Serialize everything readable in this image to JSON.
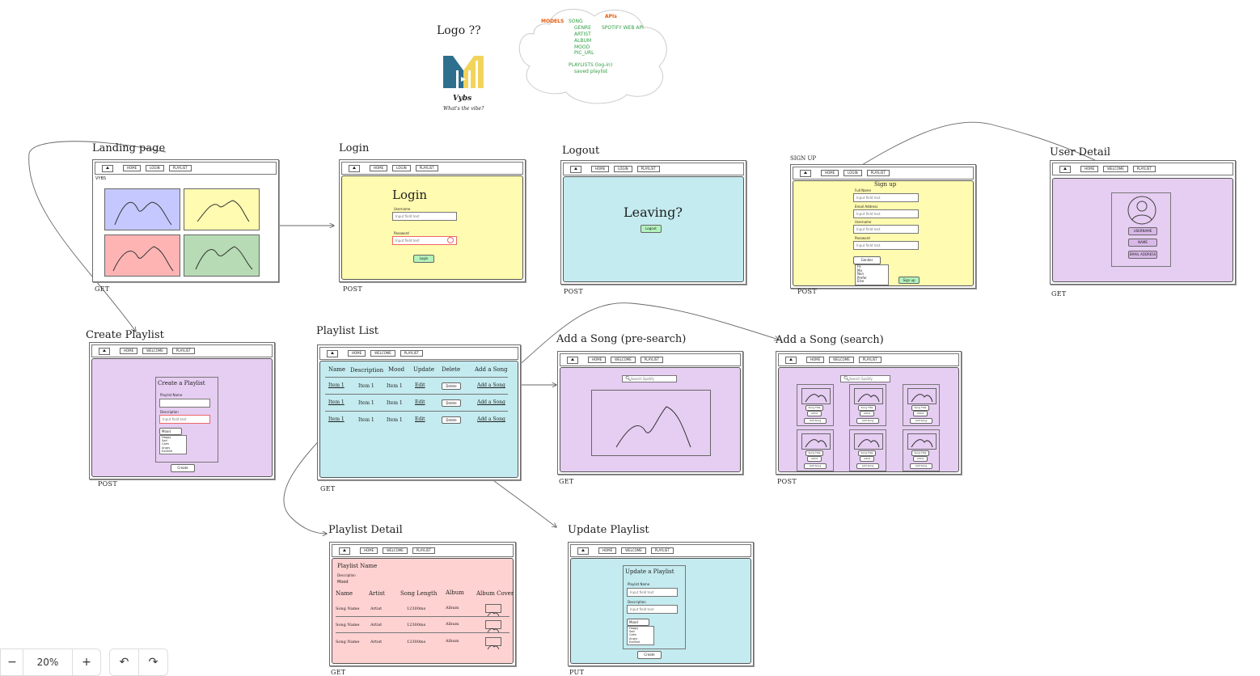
{
  "header": {
    "logo_label": "Logo ??",
    "brand_name": "Vybs",
    "brand_tagline": "What's the vibe?",
    "models": {
      "label": "MODELS",
      "song_fields": [
        "SONG",
        "GENRE",
        "ARTIST",
        "ALBUM",
        "MOOD",
        "PIC_URL"
      ],
      "playlist_label": "PLAYLISTS (log-in)",
      "playlist_sub": "saved playlist"
    },
    "apis": {
      "label": "APIs",
      "items": [
        "SPOTIFY WEB API"
      ]
    }
  },
  "nav": {
    "home": "HOME",
    "login": "LOGIN",
    "playlist": "PLAYLIST",
    "welcome": "WELCOME"
  },
  "screens": {
    "landing": {
      "title": "Landing page",
      "method": "GET",
      "brand": "VYBS"
    },
    "login": {
      "title": "Login",
      "method": "POST",
      "heading": "Login",
      "username_label": "Username",
      "password_label": "Password",
      "placeholder": "Input field text",
      "button": "Login"
    },
    "logout": {
      "title": "Logout",
      "method": "POST",
      "heading": "Leaving?",
      "button": "Logout"
    },
    "signup": {
      "title": "SIGN UP",
      "method": "POST",
      "heading": "Sign up",
      "fields": [
        "Full Name",
        "Email Address",
        "Username",
        "Password"
      ],
      "placeholder": "Input field text",
      "dropdown": "Gender",
      "options": [
        "Fe",
        "Ma",
        "Non",
        "Prefer",
        "Else"
      ],
      "button": "Sign up"
    },
    "user_detail": {
      "title": "User Detail",
      "method": "GET",
      "fields": [
        "USERNAME",
        "NAME",
        "EMAIL ADDRESS"
      ]
    },
    "create_playlist": {
      "title": "Create Playlist",
      "method": "POST",
      "heading": "Create a Playlist",
      "name_label": "Playlist Name",
      "desc_label": "Description",
      "placeholder": "Input field text",
      "mood_label": "Mood",
      "mood_options": [
        "Happy",
        "Sad",
        "Calm",
        "Angry",
        "Excited"
      ],
      "button": "Create"
    },
    "playlist_list": {
      "title": "Playlist List",
      "method": "GET",
      "columns": [
        "Name",
        "Description",
        "Mood",
        "Update",
        "Delete",
        "Add a Song"
      ],
      "rows": [
        [
          "Item 1",
          "Item 1",
          "Item 1",
          "Edit",
          "Delete",
          "Add a Song"
        ],
        [
          "Item 1",
          "Item 1",
          "Item 1",
          "Edit",
          "Delete",
          "Add a Song"
        ],
        [
          "Item 1",
          "Item 1",
          "Item 1",
          "Edit",
          "Delete",
          "Add a Song"
        ]
      ]
    },
    "add_song_pre": {
      "title": "Add a Song (pre-search)",
      "method": "GET",
      "search_placeholder": "Search Spotify"
    },
    "add_song_search": {
      "title": "Add a Song (search)",
      "method": "POST",
      "search_placeholder": "Search Spotify",
      "card_title": "Song Title",
      "card_artist": "Artist",
      "card_button": "Add Song"
    },
    "playlist_detail": {
      "title": "Playlist Detail",
      "method": "GET",
      "playlist_name": "Playlist Name",
      "desc_label": "Description",
      "mood_label": "Mood",
      "columns": [
        "Name",
        "Artist",
        "Song Length",
        "Album",
        "Album Cover"
      ],
      "rows": [
        [
          "Song Name",
          "Artist",
          "12300ms",
          "Album"
        ],
        [
          "Song Name",
          "Artist",
          "12300ms",
          "Album"
        ],
        [
          "Song Name",
          "Artist",
          "12300ms",
          "Album"
        ]
      ]
    },
    "update_playlist": {
      "title": "Update Playlist",
      "method": "PUT",
      "heading": "Update a Playlist",
      "name_label": "Playlist Name",
      "desc_label": "Description",
      "placeholder": "Input field text",
      "mood_label": "Mood",
      "mood_options": [
        "Happy",
        "Sad",
        "Calm",
        "Angry",
        "Excited"
      ],
      "button": "Create"
    }
  },
  "toolbar": {
    "zoom_out": "−",
    "zoom_level": "20%",
    "zoom_in": "+",
    "undo": "↶",
    "redo": "↷"
  },
  "colors": {
    "yellow": "#fffbb0",
    "cyan": "#c4ebef",
    "purple": "#e6cdf2",
    "pink": "#ffd2d2",
    "models_orange": "#e8590c",
    "models_green": "#2f9e44"
  }
}
